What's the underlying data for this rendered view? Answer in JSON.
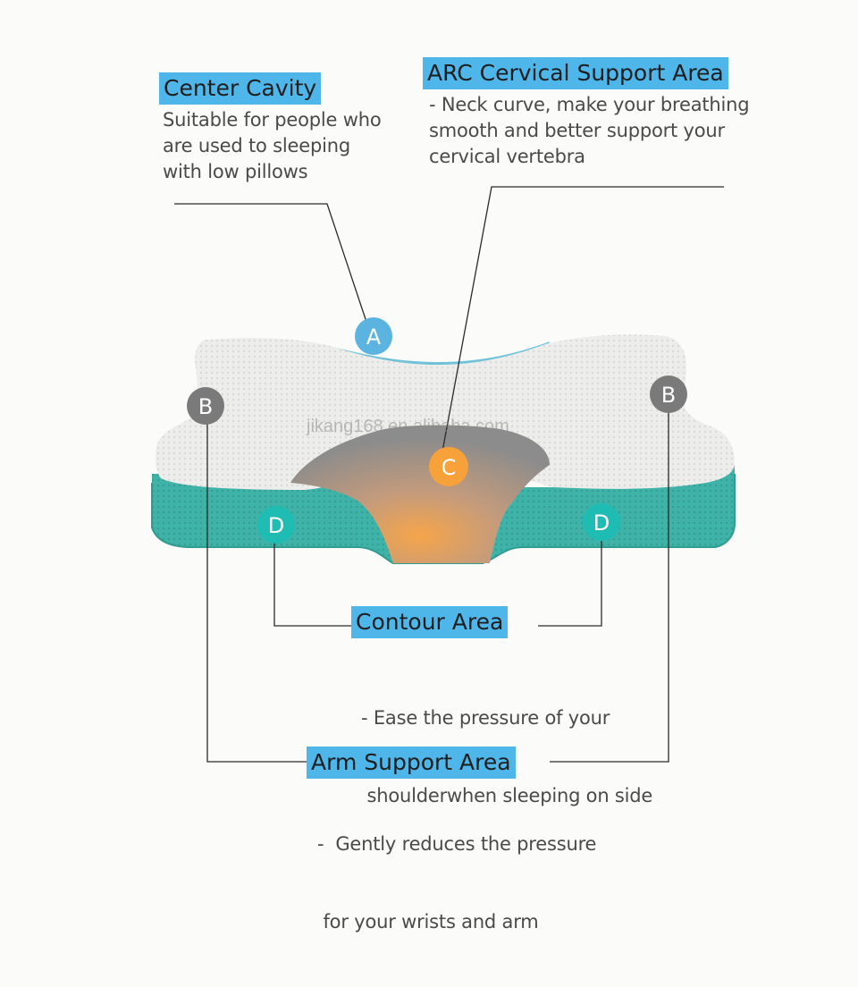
{
  "colors": {
    "tag_bg": "#4fb6ea",
    "pillow_top": "#ececec",
    "pillow_side": "#3fb3a8",
    "marker_gray": "#7a7a7a",
    "marker_orange": "#f6a13a",
    "marker_teal": "#1fbcb4",
    "marker_light_blue": "#5bb4e0"
  },
  "labels": {
    "center_cavity": {
      "title": "Center Cavity",
      "lines": [
        "Suitable for people who",
        "are used to sleeping",
        "with low pillows"
      ],
      "marker": "A"
    },
    "arc_cervical": {
      "title": "ARC Cervical Support Area",
      "lines": [
        "- Neck curve, make your breathing",
        "smooth and better support your",
        "cervical vertebra"
      ],
      "marker": "C"
    },
    "contour": {
      "title": "Contour Area",
      "lines": [
        "- Ease the pressure of your",
        " shoulderwhen sleeping on side"
      ],
      "marker": "D"
    },
    "arm_support": {
      "title": "Arm Support Area",
      "lines": [
        "-  Gently reduces the pressure",
        " for your wrists and arm"
      ],
      "marker": "B"
    }
  },
  "watermark": "jikang168.en.alibaba.com"
}
